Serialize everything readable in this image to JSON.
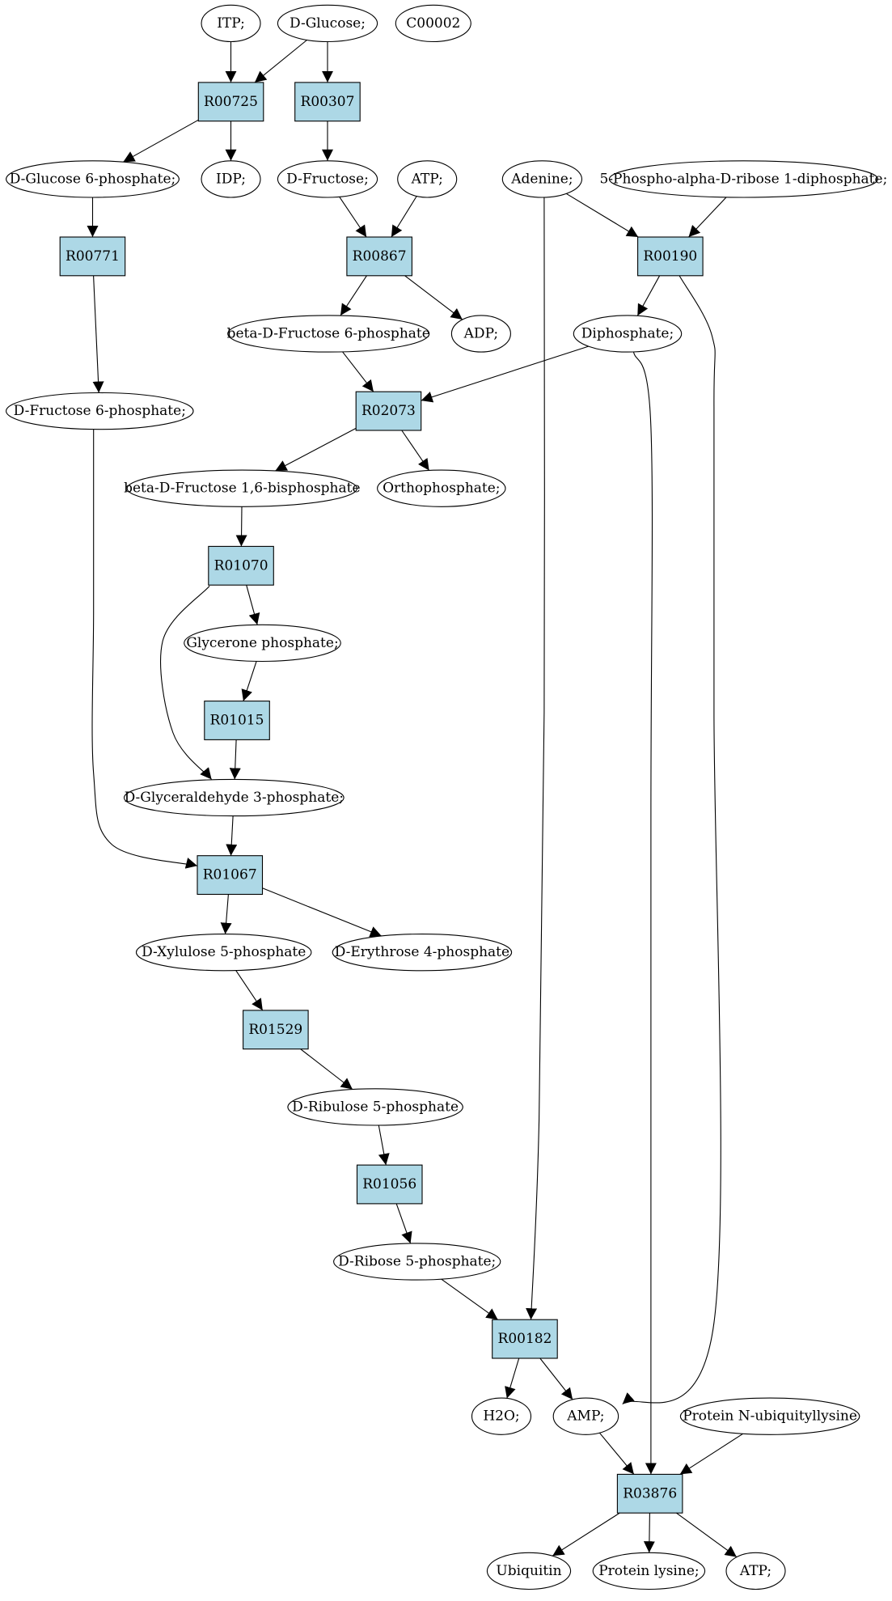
{
  "diagram": {
    "type": "directed-graph",
    "colors": {
      "reaction_fill": "#add8e6",
      "compound_fill": "#ffffff",
      "highlight_green": "#00ff00",
      "highlight_yellow": "#ffff00",
      "stroke": "#000000"
    },
    "nodes": [
      {
        "id": "itp",
        "label": "ITP;",
        "kind": "compound"
      },
      {
        "id": "d_glucose",
        "label": "D-Glucose;",
        "kind": "compound",
        "fill": "#00ff00"
      },
      {
        "id": "c00002",
        "label": "C00002",
        "kind": "compound",
        "fill": "#ffff00"
      },
      {
        "id": "r00725",
        "label": "R00725",
        "kind": "reaction"
      },
      {
        "id": "r00307",
        "label": "R00307",
        "kind": "reaction"
      },
      {
        "id": "g6p",
        "label": "D-Glucose 6-phosphate;",
        "kind": "compound"
      },
      {
        "id": "idp",
        "label": "IDP;",
        "kind": "compound"
      },
      {
        "id": "d_fructose",
        "label": "D-Fructose;",
        "kind": "compound"
      },
      {
        "id": "atp1",
        "label": "ATP;",
        "kind": "compound"
      },
      {
        "id": "adenine",
        "label": "Adenine;",
        "kind": "compound"
      },
      {
        "id": "prpp",
        "label": "5-Phospho-alpha-D-ribose 1-diphosphate;",
        "kind": "compound"
      },
      {
        "id": "r00771",
        "label": "R00771",
        "kind": "reaction"
      },
      {
        "id": "r00867",
        "label": "R00867",
        "kind": "reaction"
      },
      {
        "id": "r00190",
        "label": "R00190",
        "kind": "reaction"
      },
      {
        "id": "bf6p",
        "label": "beta-D-Fructose 6-phosphate",
        "kind": "compound"
      },
      {
        "id": "adp",
        "label": "ADP;",
        "kind": "compound"
      },
      {
        "id": "diphosphate",
        "label": "Diphosphate;",
        "kind": "compound"
      },
      {
        "id": "f6p",
        "label": "D-Fructose 6-phosphate;",
        "kind": "compound"
      },
      {
        "id": "r02073",
        "label": "R02073",
        "kind": "reaction"
      },
      {
        "id": "bf16bp",
        "label": "beta-D-Fructose 1,6-bisphosphate",
        "kind": "compound"
      },
      {
        "id": "orthophosphate",
        "label": "Orthophosphate;",
        "kind": "compound"
      },
      {
        "id": "r01070",
        "label": "R01070",
        "kind": "reaction"
      },
      {
        "id": "glycerone_p",
        "label": "Glycerone phosphate;",
        "kind": "compound"
      },
      {
        "id": "r01015",
        "label": "R01015",
        "kind": "reaction"
      },
      {
        "id": "gap",
        "label": "D-Glyceraldehyde 3-phosphate;",
        "kind": "compound"
      },
      {
        "id": "r01067",
        "label": "R01067",
        "kind": "reaction"
      },
      {
        "id": "xu5p",
        "label": "D-Xylulose 5-phosphate",
        "kind": "compound"
      },
      {
        "id": "e4p",
        "label": "D-Erythrose 4-phosphate",
        "kind": "compound"
      },
      {
        "id": "r01529",
        "label": "R01529",
        "kind": "reaction"
      },
      {
        "id": "ru5p",
        "label": "D-Ribulose 5-phosphate",
        "kind": "compound"
      },
      {
        "id": "r01056",
        "label": "R01056",
        "kind": "reaction"
      },
      {
        "id": "r5p",
        "label": "D-Ribose 5-phosphate;",
        "kind": "compound"
      },
      {
        "id": "r00182",
        "label": "R00182",
        "kind": "reaction"
      },
      {
        "id": "h2o",
        "label": "H2O;",
        "kind": "compound"
      },
      {
        "id": "amp",
        "label": "AMP;",
        "kind": "compound"
      },
      {
        "id": "prot_ub",
        "label": "Protein N-ubiquityllysine",
        "kind": "compound"
      },
      {
        "id": "r03876",
        "label": "R03876",
        "kind": "reaction"
      },
      {
        "id": "ubiquitin",
        "label": "Ubiquitin",
        "kind": "compound"
      },
      {
        "id": "prot_lys",
        "label": "Protein lysine;",
        "kind": "compound"
      },
      {
        "id": "atp2",
        "label": "ATP;",
        "kind": "compound"
      }
    ],
    "edges": [
      {
        "from": "itp",
        "to": "r00725"
      },
      {
        "from": "d_glucose",
        "to": "r00725"
      },
      {
        "from": "d_glucose",
        "to": "r00307"
      },
      {
        "from": "r00725",
        "to": "g6p"
      },
      {
        "from": "r00725",
        "to": "idp"
      },
      {
        "from": "r00307",
        "to": "d_fructose"
      },
      {
        "from": "g6p",
        "to": "r00771"
      },
      {
        "from": "r00771",
        "to": "f6p"
      },
      {
        "from": "d_fructose",
        "to": "r00867"
      },
      {
        "from": "atp1",
        "to": "r00867"
      },
      {
        "from": "r00867",
        "to": "bf6p"
      },
      {
        "from": "r00867",
        "to": "adp"
      },
      {
        "from": "adenine",
        "to": "r00190"
      },
      {
        "from": "prpp",
        "to": "r00190"
      },
      {
        "from": "r00190",
        "to": "diphosphate"
      },
      {
        "from": "bf6p",
        "to": "r02073"
      },
      {
        "from": "diphosphate",
        "to": "r02073"
      },
      {
        "from": "r02073",
        "to": "bf16bp"
      },
      {
        "from": "r02073",
        "to": "orthophosphate"
      },
      {
        "from": "bf16bp",
        "to": "r01070"
      },
      {
        "from": "r01070",
        "to": "glycerone_p"
      },
      {
        "from": "r01070",
        "to": "gap"
      },
      {
        "from": "glycerone_p",
        "to": "r01015"
      },
      {
        "from": "r01015",
        "to": "gap"
      },
      {
        "from": "gap",
        "to": "r01067"
      },
      {
        "from": "f6p",
        "to": "r01067"
      },
      {
        "from": "r01067",
        "to": "xu5p"
      },
      {
        "from": "r01067",
        "to": "e4p"
      },
      {
        "from": "xu5p",
        "to": "r01529"
      },
      {
        "from": "r01529",
        "to": "ru5p"
      },
      {
        "from": "ru5p",
        "to": "r01056"
      },
      {
        "from": "r01056",
        "to": "r5p"
      },
      {
        "from": "r5p",
        "to": "r00182"
      },
      {
        "from": "adenine",
        "to": "r00182"
      },
      {
        "from": "r00182",
        "to": "h2o"
      },
      {
        "from": "r00182",
        "to": "amp"
      },
      {
        "from": "r00190",
        "to": "amp"
      },
      {
        "from": "amp",
        "to": "r03876"
      },
      {
        "from": "diphosphate",
        "to": "r03876"
      },
      {
        "from": "prot_ub",
        "to": "r03876"
      },
      {
        "from": "r03876",
        "to": "ubiquitin"
      },
      {
        "from": "r03876",
        "to": "prot_lys"
      },
      {
        "from": "r03876",
        "to": "atp2"
      }
    ]
  }
}
